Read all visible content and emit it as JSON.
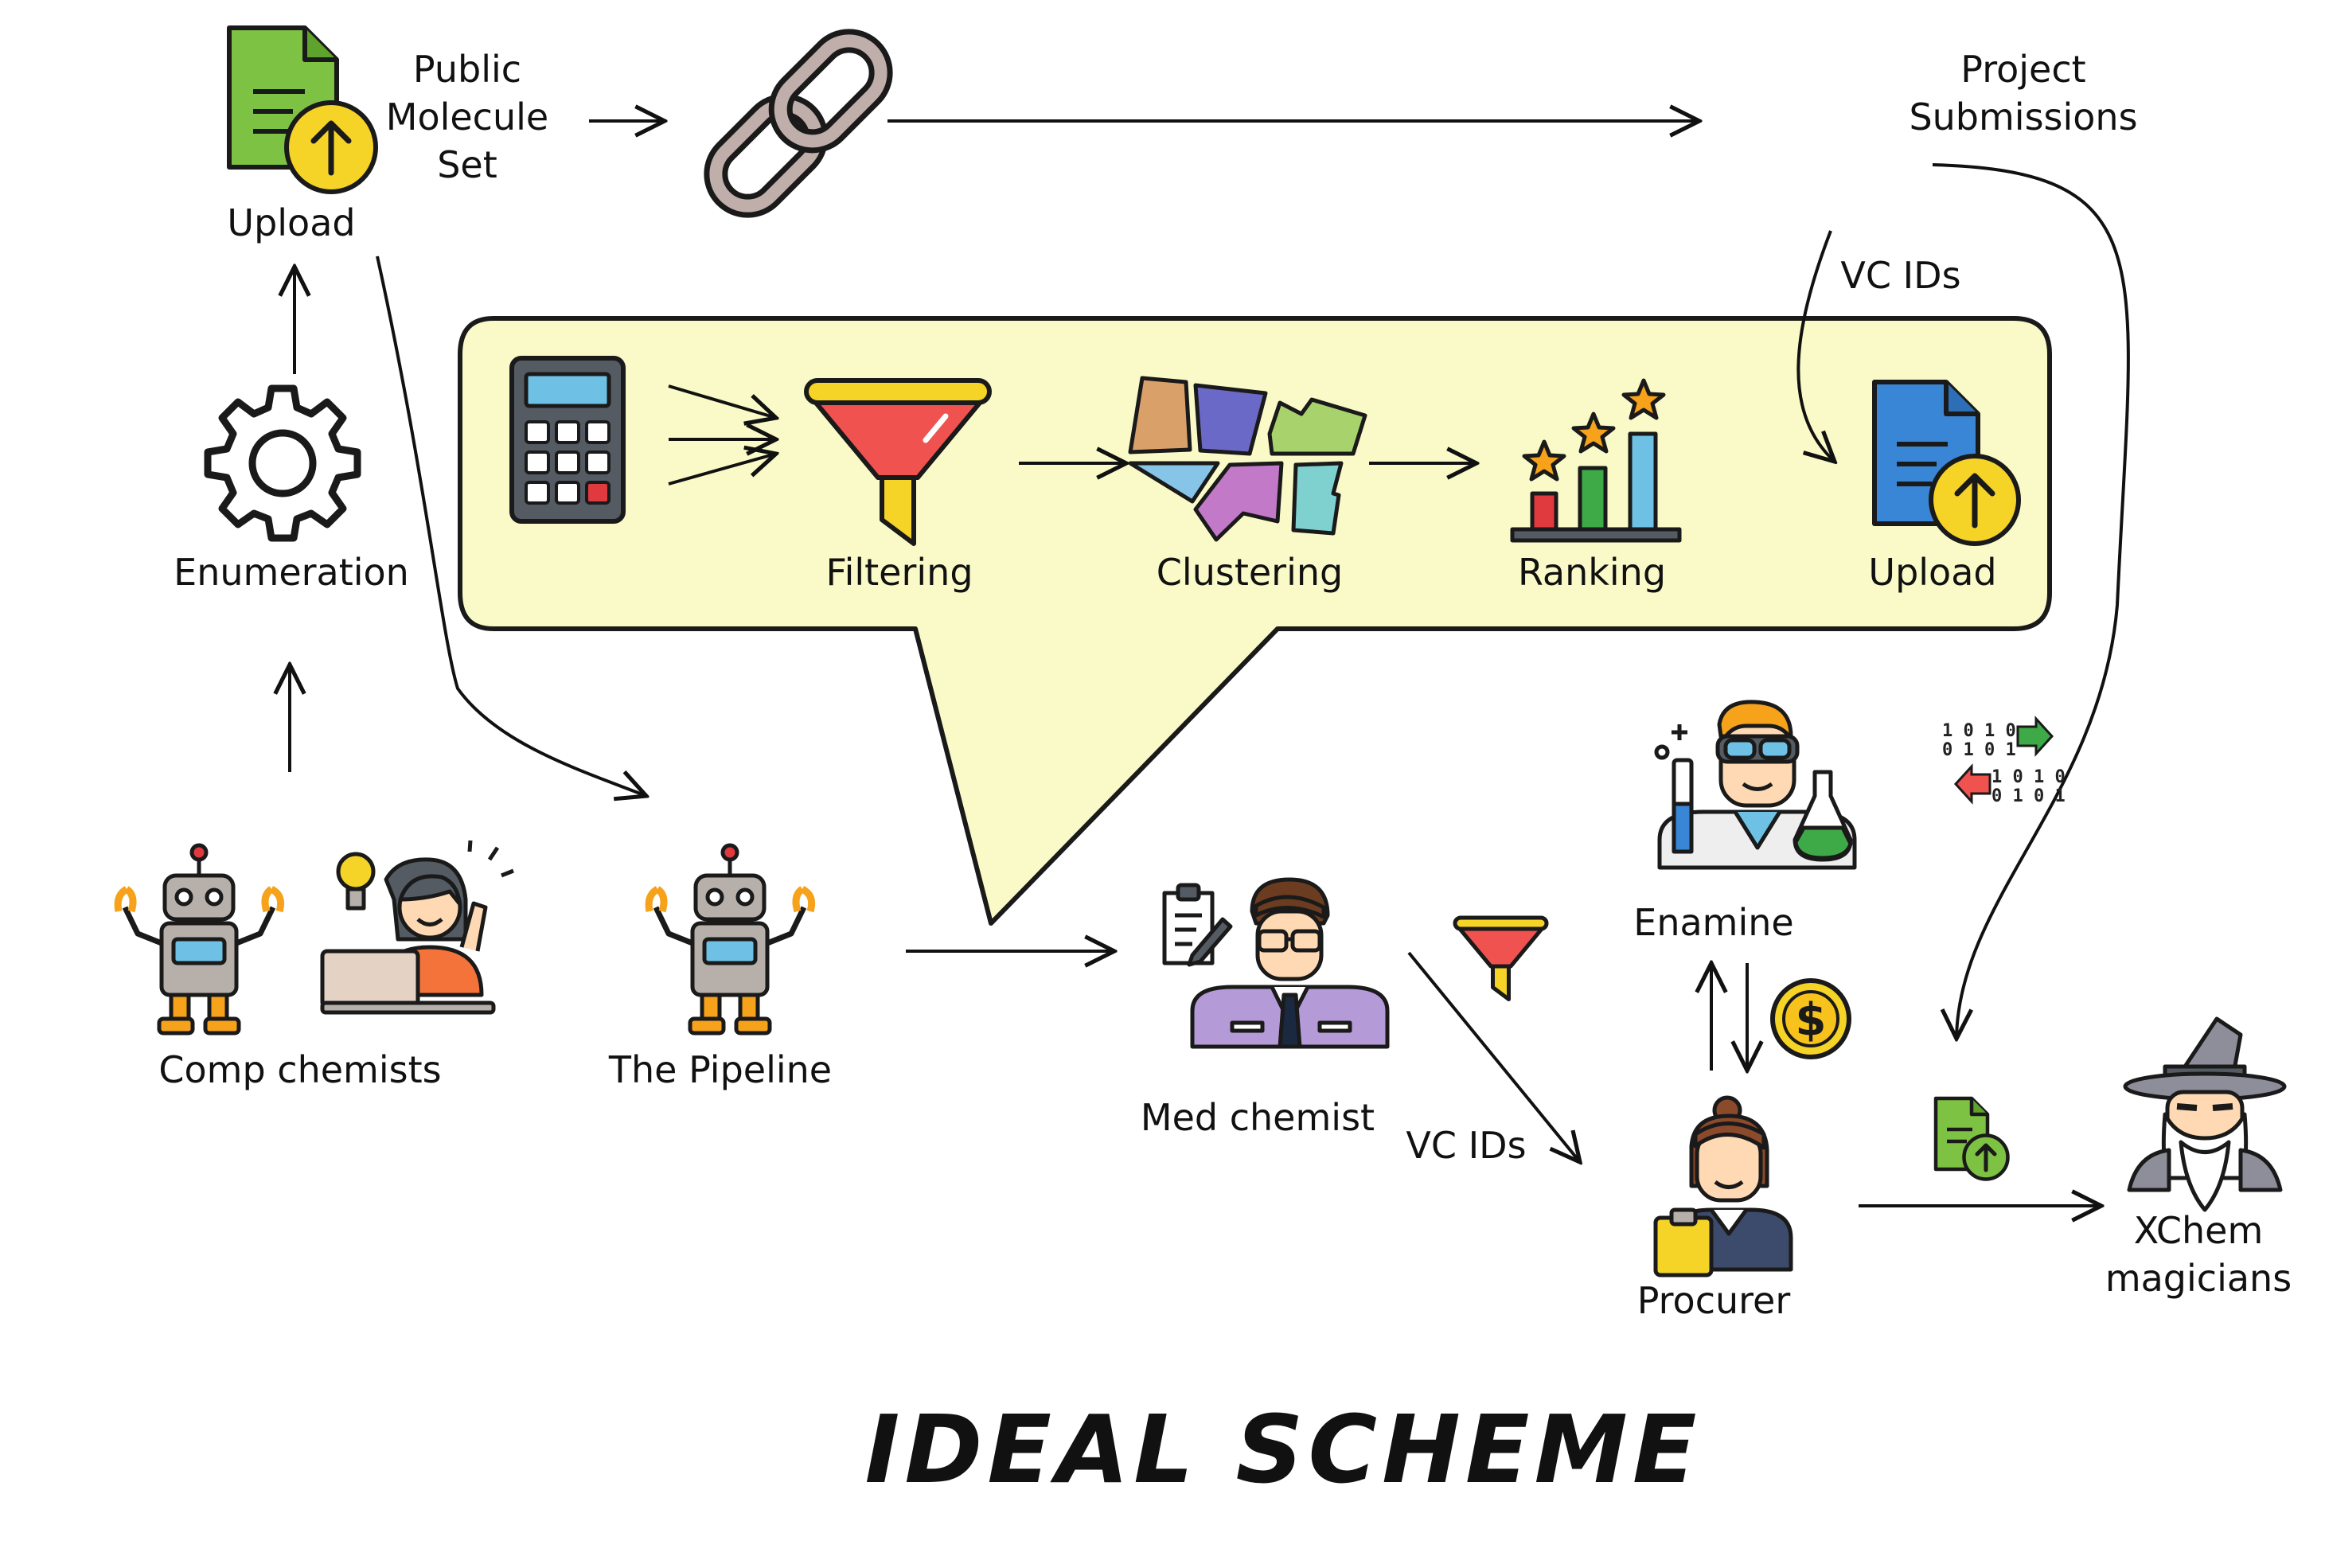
{
  "colors": {
    "callout_fill": "#fafac8",
    "outline": "#1a1a1a",
    "upload_green": "#7dc242",
    "upload_blue": "#3a86d6",
    "badge_yellow": "#f5d327",
    "funnel_red": "#f0524f",
    "rank_red": "#e0393e",
    "rank_green": "#3daa47",
    "rank_blue": "#6ec1e4",
    "star_orange": "#f7a21b"
  },
  "icons": {
    "upload_top": "file-upload-icon",
    "chain": "chain-link-icon",
    "gear": "gear-icon",
    "calculator": "calculator-icon",
    "filter": "funnel-icon",
    "clusters": "cluster-pieces-icon",
    "ranking": "ranking-bars-icon",
    "upload_callout": "file-upload-icon",
    "robot": "robot-icon",
    "chemist_laptop": "chemist-laptop-icon",
    "med_chemist": "med-chemist-icon",
    "small_filter": "funnel-icon",
    "enamine": "scientist-icon",
    "coin": "dollar-coin-icon",
    "procurer": "procurer-icon",
    "data_exchange": "data-exchange-icon",
    "small_upload": "file-upload-icon",
    "wizard": "wizard-icon"
  },
  "labels": {
    "upload_top": "Upload",
    "public_set": [
      "Public",
      "Molecule",
      "Set"
    ],
    "project_submissions": [
      "Project",
      "Submissions"
    ],
    "vc_ids_top": "VC IDs",
    "enumeration": "Enumeration",
    "filtering": "Filtering",
    "clustering": "Clustering",
    "ranking": "Ranking",
    "upload_callout": "Upload",
    "comp_chemists": "Comp chemists",
    "pipeline": "The Pipeline",
    "med_chemist": "Med chemist",
    "vc_ids_bottom": "VC IDs",
    "enamine": "Enamine",
    "procurer": "Procurer",
    "xchem": [
      "XChem",
      "magicians"
    ],
    "bits": [
      "1 0 1 0",
      "0 1 0 1",
      "1 0 1 0",
      "0 1 0 1"
    ]
  },
  "title": "IDEAL SCHEME"
}
